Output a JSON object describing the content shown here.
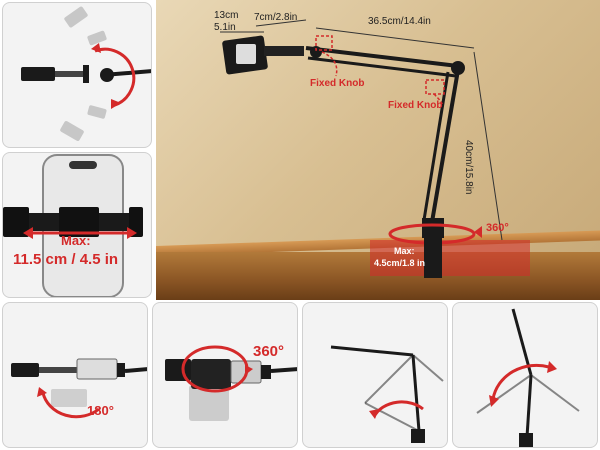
{
  "hero": {
    "dim_13cm": "13cm",
    "dim_5in": "5.1in",
    "dim_7cm": "7cm/2.8in",
    "dim_365": "36.5cm/14.4in",
    "dim_40": "40cm/15.8in",
    "fixed_knob_1": "Fixed Knob",
    "fixed_knob_2": "Fixed Knob",
    "rotation": "360°",
    "clamp_max_1": "Max:",
    "clamp_max_2": "4.5cm/1.8 in"
  },
  "phone_panel": {
    "max_label": "Max:",
    "max_value": "11.5 cm / 4.5 in"
  },
  "rotate_panel": {
    "angle": "180°"
  },
  "holder_panel": {
    "angle": "360°"
  },
  "colors": {
    "accent": "#d42a2a",
    "arm": "#1a1a1a",
    "desk": "#9a5f2a"
  }
}
